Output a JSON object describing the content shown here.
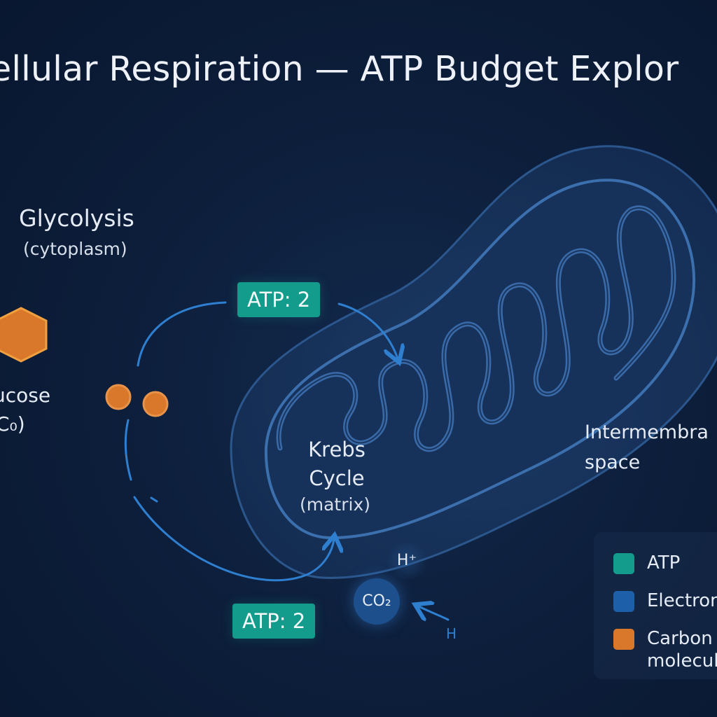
{
  "title": "ellular Respiration — ATP Budget Explor",
  "glycolysis": {
    "label": "Glycolysis",
    "sublabel": "(cytoplasm)"
  },
  "glucose": {
    "label": "ucose",
    "sublabel": "C₀)"
  },
  "krebs": {
    "label_line1": "Krebs",
    "label_line2": "Cycle",
    "sublabel": "(matrix)"
  },
  "intermembrane": {
    "line1": "Intermembra",
    "line2": "space"
  },
  "atp_top": "ATP: 2",
  "atp_bottom": "ATP: 2",
  "co2_label": "CO₂",
  "hplus_label": "H⁺",
  "h_partial": "H",
  "legend": {
    "items": [
      {
        "label": "ATP",
        "color": "#139c8c"
      },
      {
        "label": "Electron",
        "color": "#1d5fa8"
      },
      {
        "label_line1": "Carbon",
        "label_line2": "molecul",
        "color": "#d9782a"
      }
    ]
  },
  "colors": {
    "background": "#0b1a33",
    "atp": "#139c8c",
    "electron": "#1d5fa8",
    "carbon": "#d9782a",
    "arrow": "#2f7fd0",
    "mitochondrion": "#1e3f6e"
  }
}
